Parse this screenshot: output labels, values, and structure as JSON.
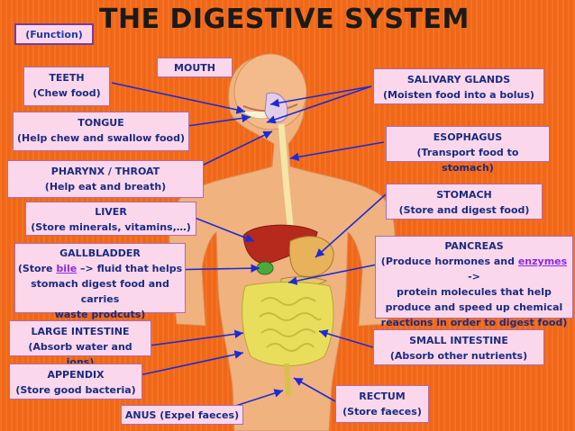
{
  "title": "THE DIGESTIVE SYSTEM",
  "function_tag": "(Function)",
  "mouth": "MOUTH",
  "teeth": {
    "name": "TEETH",
    "desc": "(Chew food)"
  },
  "tongue": {
    "name": "TONGUE",
    "desc": "(Help chew and swallow food)"
  },
  "pharynx": {
    "name": "PHARYNX / THROAT",
    "desc": "(Help eat and breath)"
  },
  "liver": {
    "name": "LIVER",
    "desc": "(Store minerals, vitamins,…)"
  },
  "gallbladder": {
    "name": "GALLBLADDER",
    "d1": "(Store ",
    "d1_link": "bile",
    "d1_rest": " –> fluid that helps",
    "d2": "stomach digest food and carries",
    "d3": "waste prodcuts)"
  },
  "large_intestine": {
    "name": "LARGE INTESTINE",
    "desc": "(Absorb water and ions)"
  },
  "appendix": {
    "name": "APPENDIX",
    "desc": "(Store good bacteria)"
  },
  "anus": "ANUS (Expel faeces)",
  "salivary": {
    "name": "SALIVARY GLANDS",
    "desc": "(Moisten food into a bolus)"
  },
  "esophagus": {
    "name": "ESOPHAGUS",
    "desc": "(Transport food to stomach)"
  },
  "stomach": {
    "name": "STOMACH",
    "desc": "(Store and digest food)"
  },
  "pancreas": {
    "name": "PANCREAS",
    "d1": "(Produce hormones and ",
    "d1_link": "enzymes",
    "d1_rest": " ->",
    "d2": "protein molecules that help",
    "d3": "produce and speed up chemical",
    "d4": "reactions in order to digest food)"
  },
  "small_intestine": {
    "name": "SMALL INTESTINE",
    "desc": "(Absorb other nutrients)"
  },
  "rectum": {
    "name": "RECTUM",
    "desc": "(Store faeces)"
  },
  "colors": {
    "background": "#f26a1b",
    "label_bg": "#fbd7ec",
    "arrow": "#1c2bd6",
    "text": "#1a2b80"
  }
}
